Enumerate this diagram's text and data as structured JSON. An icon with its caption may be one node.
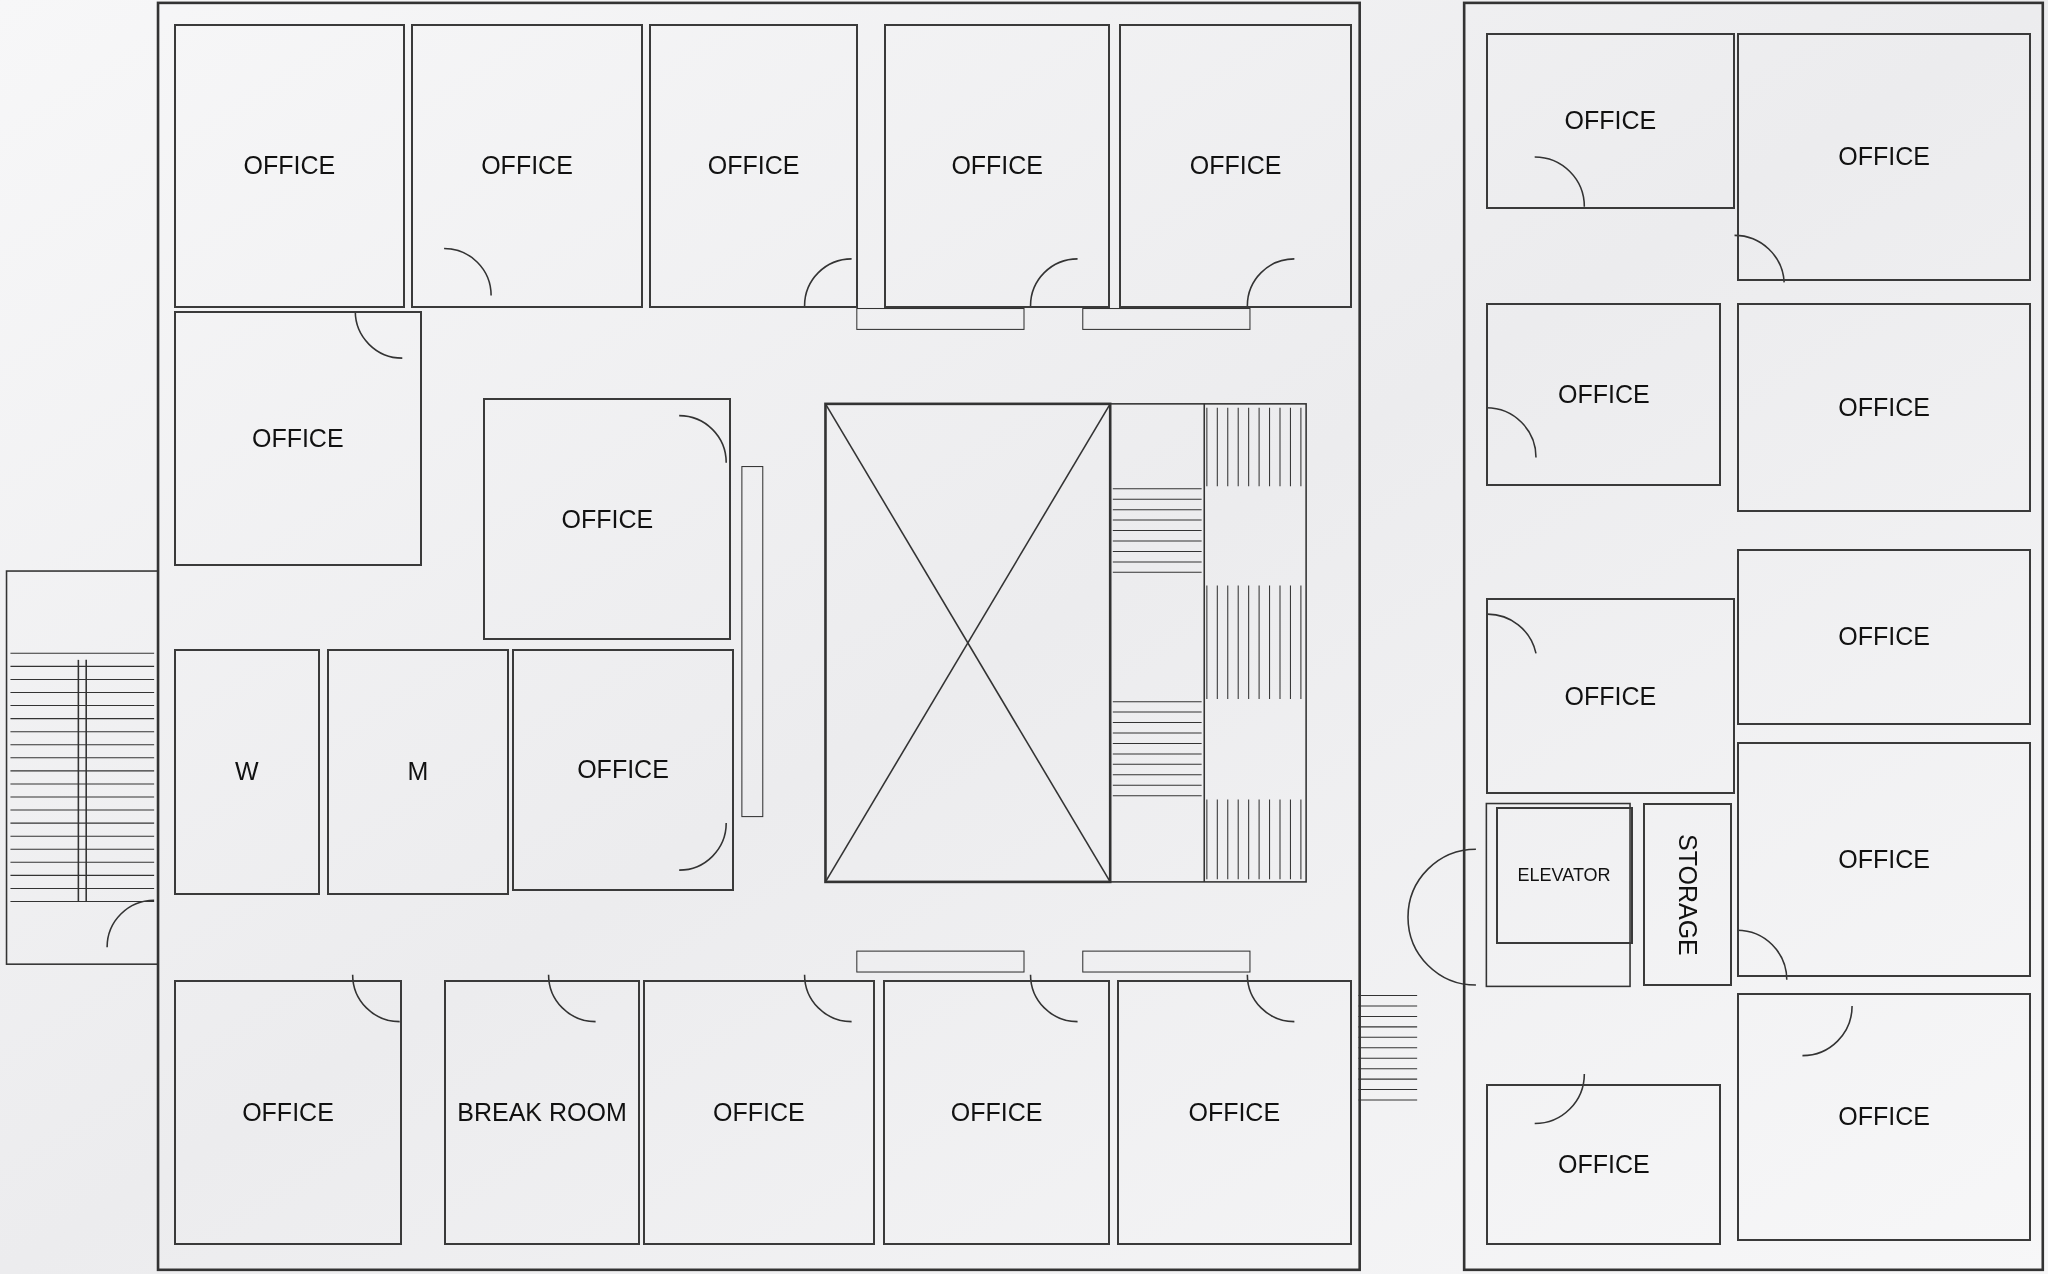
{
  "diagram": {
    "nodes": [
      {
        "text": [
          "OFFICE"
        ]
      },
      {
        "text": [
          "OFFICE"
        ]
      },
      {
        "text": [
          "OFFICE"
        ]
      },
      {
        "text": [
          "OFFICE"
        ]
      },
      {
        "text": [
          "OFFICE"
        ]
      },
      {
        "text": [
          "OFFICE"
        ]
      },
      {
        "text": [
          "OFFICE"
        ]
      },
      {
        "text": [
          "W"
        ]
      },
      {
        "text": [
          "M"
        ]
      },
      {
        "text": [
          "OFFICE"
        ]
      },
      {
        "text": [
          "OFFICE"
        ]
      },
      {
        "text": [
          "BREAK ROOM"
        ]
      },
      {
        "text": [
          "OFFICE"
        ]
      },
      {
        "text": [
          "OFFICE"
        ]
      },
      {
        "text": [
          "OFFICE"
        ]
      },
      {
        "text": [
          "OFFICE"
        ]
      },
      {
        "text": [
          "OFFICE"
        ]
      },
      {
        "text": [
          "OFFICE"
        ]
      },
      {
        "text": [
          "OFFICE"
        ]
      },
      {
        "text": [
          "OFFICE"
        ]
      },
      {
        "text": [
          "OFFICE"
        ]
      },
      {
        "text": [
          "ELEVATOR"
        ]
      },
      {
        "text": [
          "STORAGE"
        ]
      },
      {
        "text": [
          "OFFICE"
        ]
      },
      {
        "text": [
          "OFFICE"
        ]
      },
      {
        "text": [
          "OFFICE"
        ]
      }
    ]
  }
}
